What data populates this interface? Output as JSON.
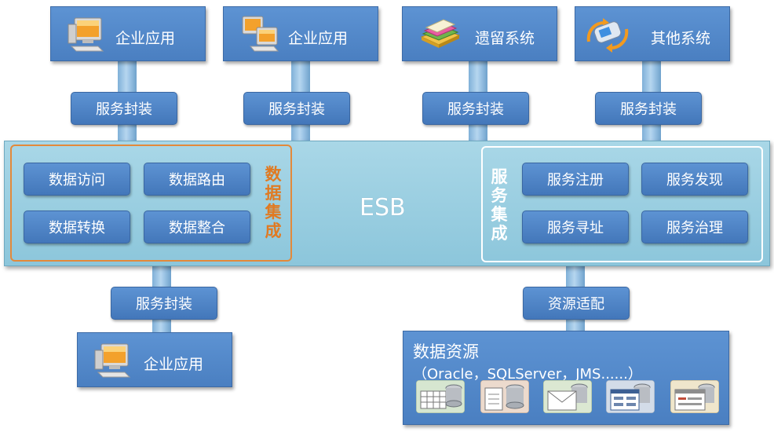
{
  "top_systems": [
    {
      "label": "企业应用",
      "icon": "computer-icon"
    },
    {
      "label": "企业应用",
      "icon": "computers-icon"
    },
    {
      "label": "遗留系统",
      "icon": "folders-icon"
    },
    {
      "label": "其他系统",
      "icon": "mobile-device-icon"
    }
  ],
  "service_wrap": "服务封装",
  "esb": {
    "label": "ESB",
    "data_integration": {
      "title": "数据集成",
      "items": [
        "数据访问",
        "数据路由",
        "数据转换",
        "数据整合"
      ]
    },
    "service_integration": {
      "title": "服务集成",
      "items": [
        "服务注册",
        "服务发现",
        "服务寻址",
        "服务治理"
      ]
    }
  },
  "bottom_left": {
    "wrap_label": "服务封装",
    "system_label": "企业应用",
    "icon": "computer-icon"
  },
  "bottom_right": {
    "adapter_label": "资源适配",
    "title": "数据资源",
    "subtitle": "（Oracle，SQLServer，JMS......）",
    "resource_icons": [
      "table-database-icon",
      "document-database-icon",
      "mail-database-icon",
      "form-database-icon",
      "window-database-icon"
    ]
  },
  "colors": {
    "box_blue": "#4a7fc1",
    "esb_bar": "#9cd0e2",
    "orange_accent": "#e07a22",
    "white": "#ffffff"
  }
}
